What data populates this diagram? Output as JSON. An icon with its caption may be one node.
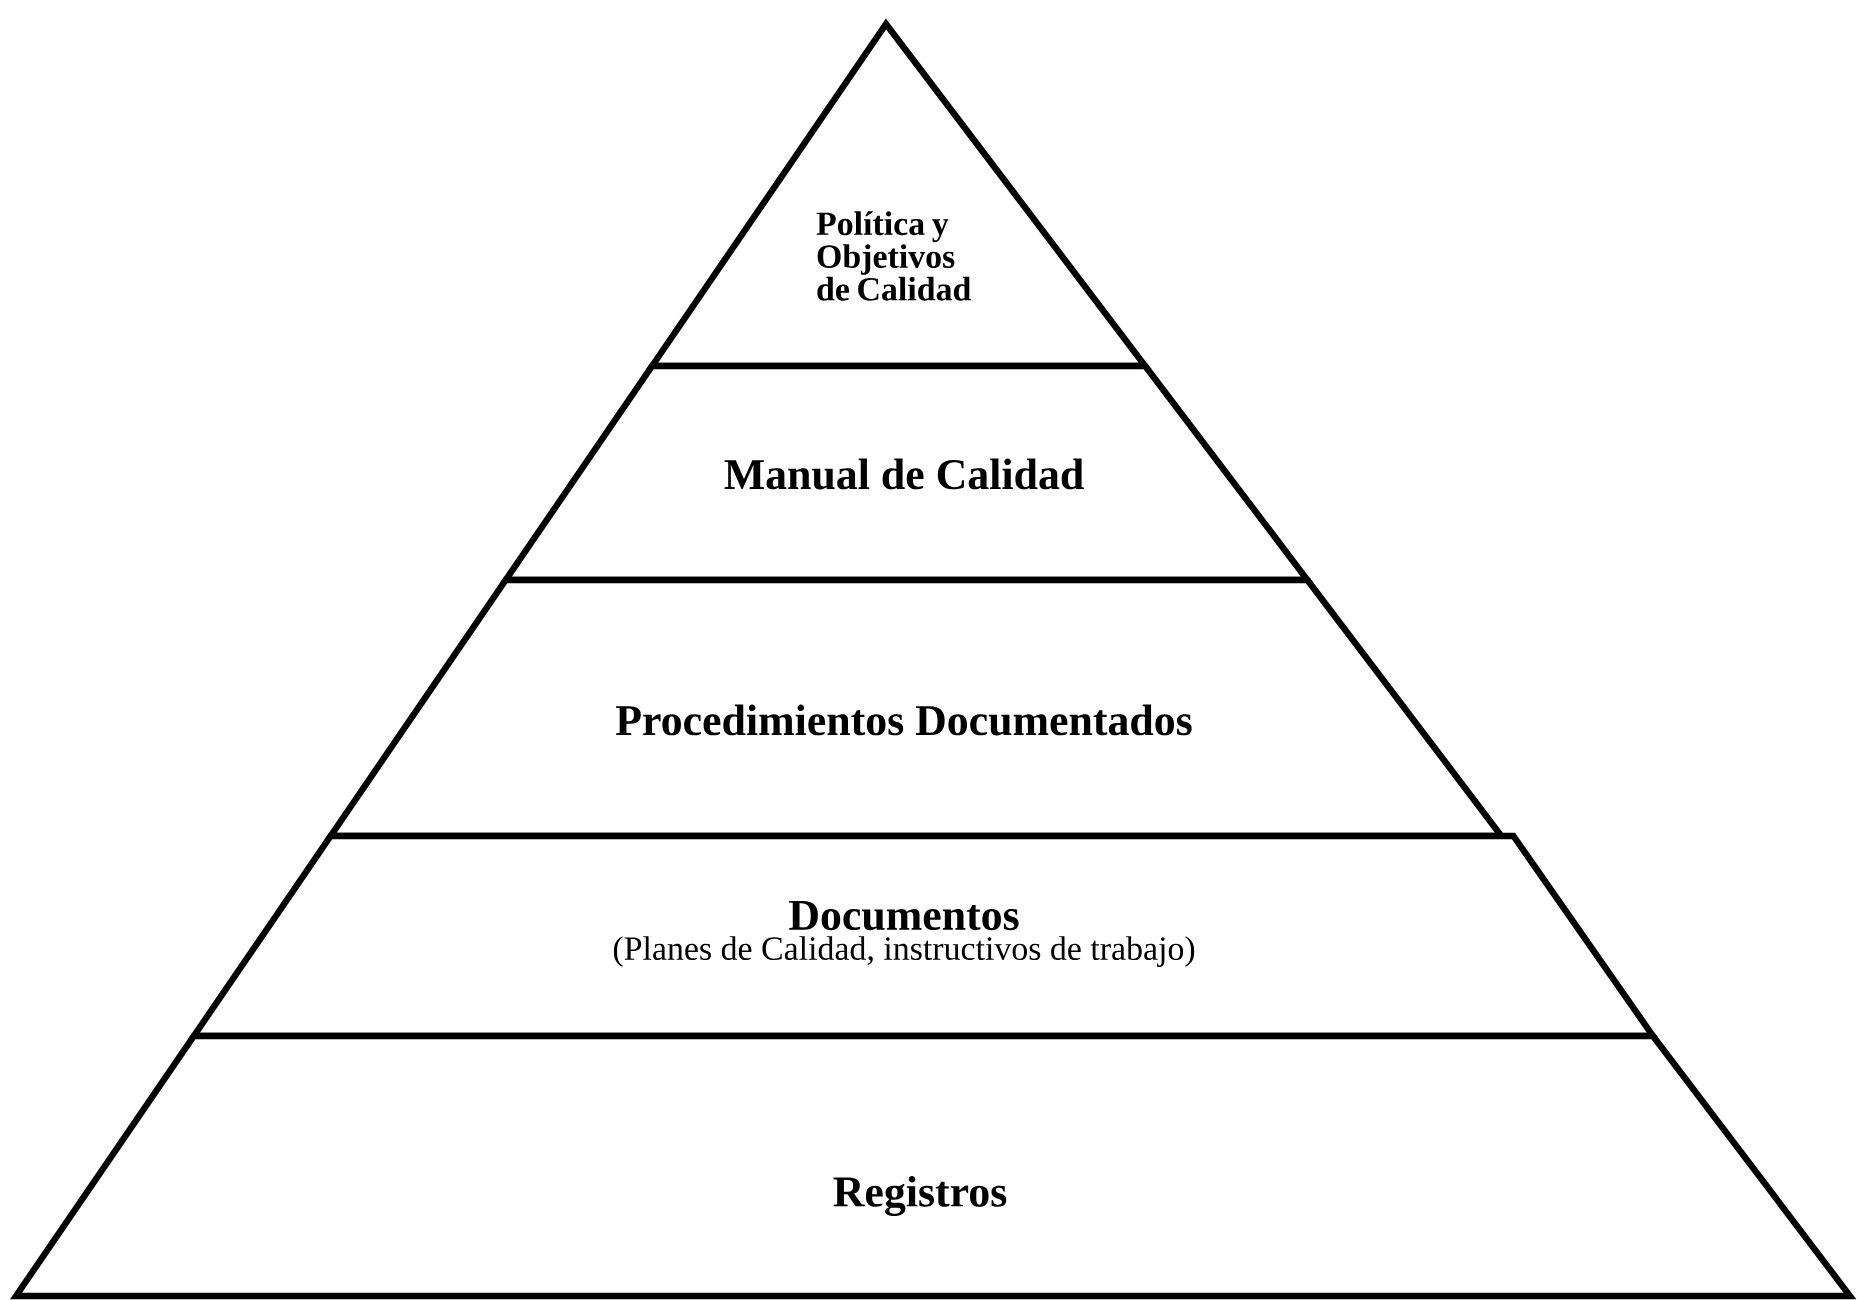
{
  "diagram": {
    "nodes": [
      {
        "text": [
          "Política y Objetivos de Calidad"
        ]
      },
      {
        "text": [
          "Manual de Calidad"
        ]
      },
      {
        "text": [
          "Procedimientos  Documentados"
        ]
      },
      {
        "text": [
          "Documentos",
          "(Planes de Calidad, instructivos de trabajo)"
        ]
      },
      {
        "text": [
          "Registros"
        ]
      }
    ]
  }
}
